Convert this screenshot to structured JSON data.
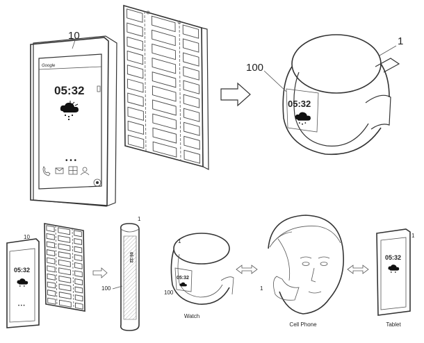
{
  "refs": {
    "device_top": "10",
    "band_top": "1",
    "display_top": "100",
    "device_bottom": "10",
    "strip_top": "1",
    "strip_bottom": "100",
    "watch_ref": "1",
    "watch_display_ref": "100",
    "phone_ref": "1",
    "tablet_ref": "1"
  },
  "screen": {
    "time": "05:32",
    "brand": "Google"
  },
  "labels": {
    "watch": "Watch",
    "cell_phone": "Cell Phone",
    "tablet": "Tablet"
  },
  "icons": [
    "weather-cloud-icon",
    "phone-icon",
    "message-icon",
    "grid-icon",
    "contacts-icon",
    "camera-icon"
  ]
}
